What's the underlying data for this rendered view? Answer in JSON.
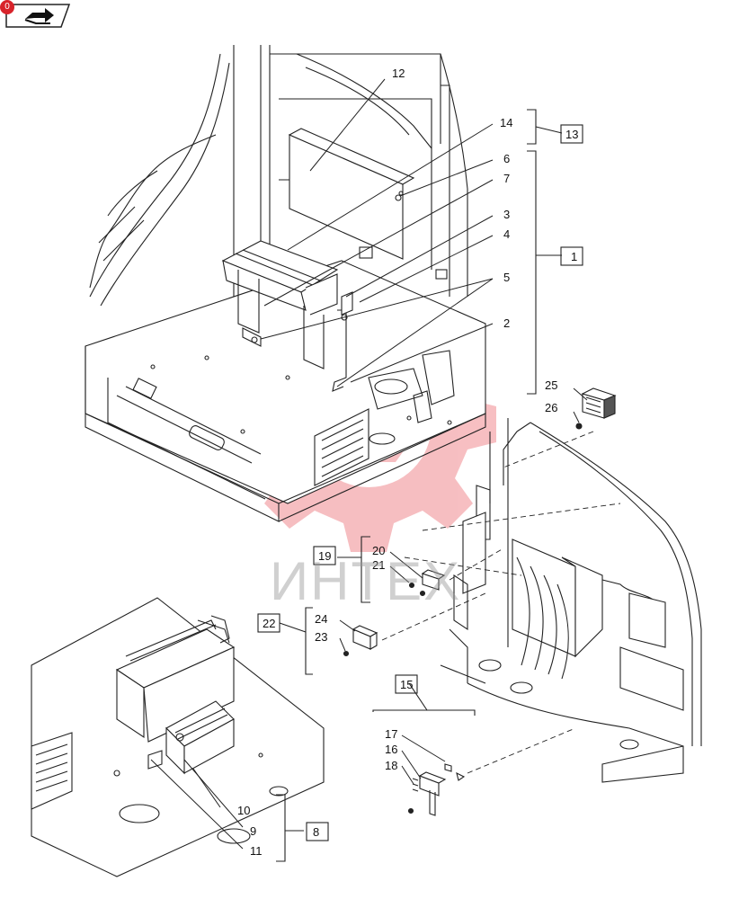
{
  "nav": {
    "badge": "0",
    "icon": "book-arrow-icon"
  },
  "watermark": {
    "text": "ИНТЕХ",
    "color": "#e8484f"
  },
  "callouts": [
    "1",
    "2",
    "3",
    "4",
    "5",
    "6",
    "7",
    "8",
    "9",
    "10",
    "11",
    "12",
    "13",
    "14",
    "15",
    "16",
    "17",
    "18",
    "19",
    "20",
    "21",
    "22",
    "23",
    "24",
    "25",
    "26"
  ],
  "boxed_callouts": [
    "13",
    "1",
    "19",
    "22",
    "15",
    "8"
  ]
}
